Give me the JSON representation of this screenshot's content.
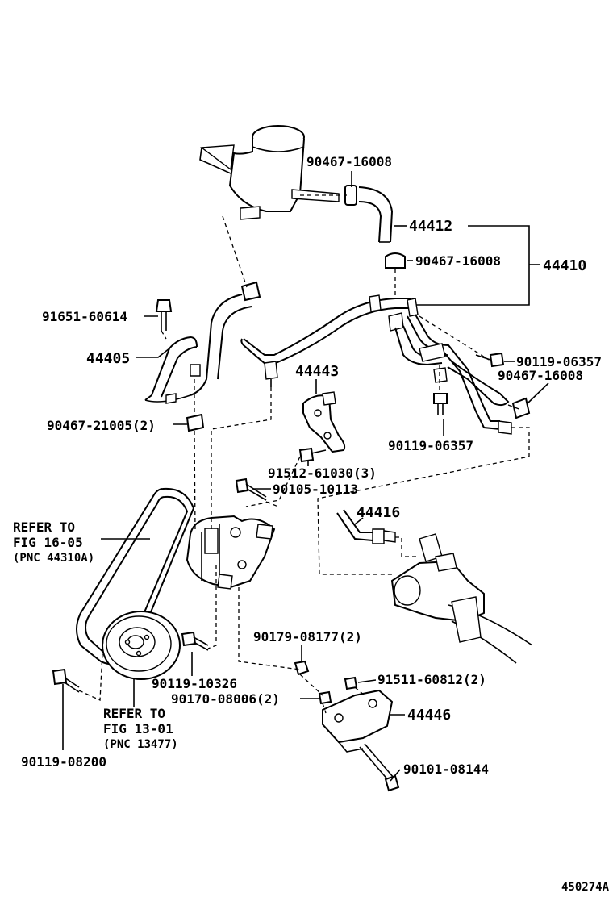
{
  "parts": {
    "p1": "90467-16008",
    "p2": "44412",
    "p3": "90467-16008",
    "p4": "44410",
    "p5": "91651-60614",
    "p6": "44405",
    "p7": "90119-06357",
    "p8": "90467-16008",
    "p9": "44443",
    "p10": "90467-21005(2)",
    "p11": "90119-06357",
    "p12": "91512-61030(3)",
    "p13": "90105-10113",
    "p14": "44416",
    "p15": "90179-08177(2)",
    "p16": "90119-10326",
    "p17": "91511-60812(2)",
    "p18": "90170-08006(2)",
    "p19": "44446",
    "p20": "90101-08144",
    "p21": "90119-08200"
  },
  "refs": {
    "r1_line1": "REFER TO",
    "r1_line2": "FIG 16-05",
    "r1_line3": "(PNC 44310A)",
    "r2_line1": "REFER TO",
    "r2_line2": "FIG 13-01",
    "r2_line3": "(PNC 13477)"
  },
  "figure_id": "450274A"
}
